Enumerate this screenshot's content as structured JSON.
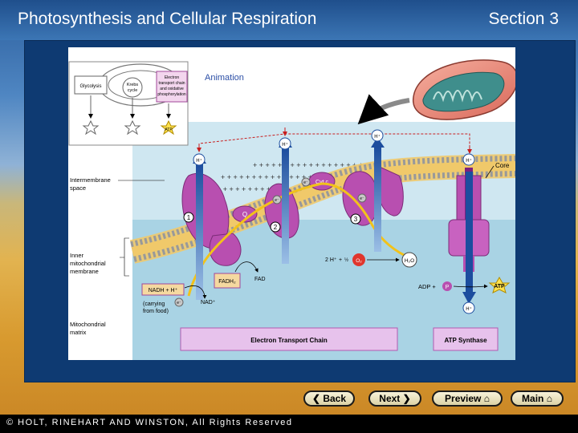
{
  "header": {
    "title": "Photosynthesis and Cellular Respiration",
    "section": "Section 3"
  },
  "diagram": {
    "animation_link": "Animation",
    "inset": {
      "glycolysis": "Glycolysis",
      "krebs": [
        "Krebs",
        "cycle"
      ],
      "etc": [
        "Electron",
        "transport chain",
        "and oxidative",
        "phosphorylation"
      ],
      "atp": "ATP"
    },
    "labels": {
      "intermembrane": [
        "Intermembrane",
        "space"
      ],
      "inner_membrane": [
        "Inner",
        "mitochondrial",
        "membrane"
      ],
      "matrix": [
        "Mitochondrial",
        "matrix"
      ],
      "core": "Core",
      "cytc": "Cyt c",
      "q": "Q",
      "step1": "1",
      "step2": "2",
      "step3": "3",
      "e1": "e⁻",
      "e2": "e⁻",
      "e3": "e⁻",
      "e4": "e⁻",
      "hplus": "H⁺",
      "two_h": "2 H⁺",
      "plus": "+",
      "half": "½",
      "o2": "O₂",
      "h2o": "H₂O",
      "fadh2": "FADH₂",
      "fad": "FAD",
      "nadh": "NADH + H⁺",
      "nad": "NAD⁺",
      "carrying": [
        "(carrying",
        "from food)"
      ],
      "adp": "ADP +",
      "p": "P",
      "atp": "ATP"
    },
    "etc_box": "Electron Transport Chain",
    "synthase_box": "ATP Synthase"
  },
  "nav": {
    "back": "Back",
    "next": "Next",
    "preview": "Preview",
    "main": "Main"
  },
  "footer": {
    "copyright": "© HOLT, RINEHART AND WINSTON, All Rights Reserved"
  }
}
